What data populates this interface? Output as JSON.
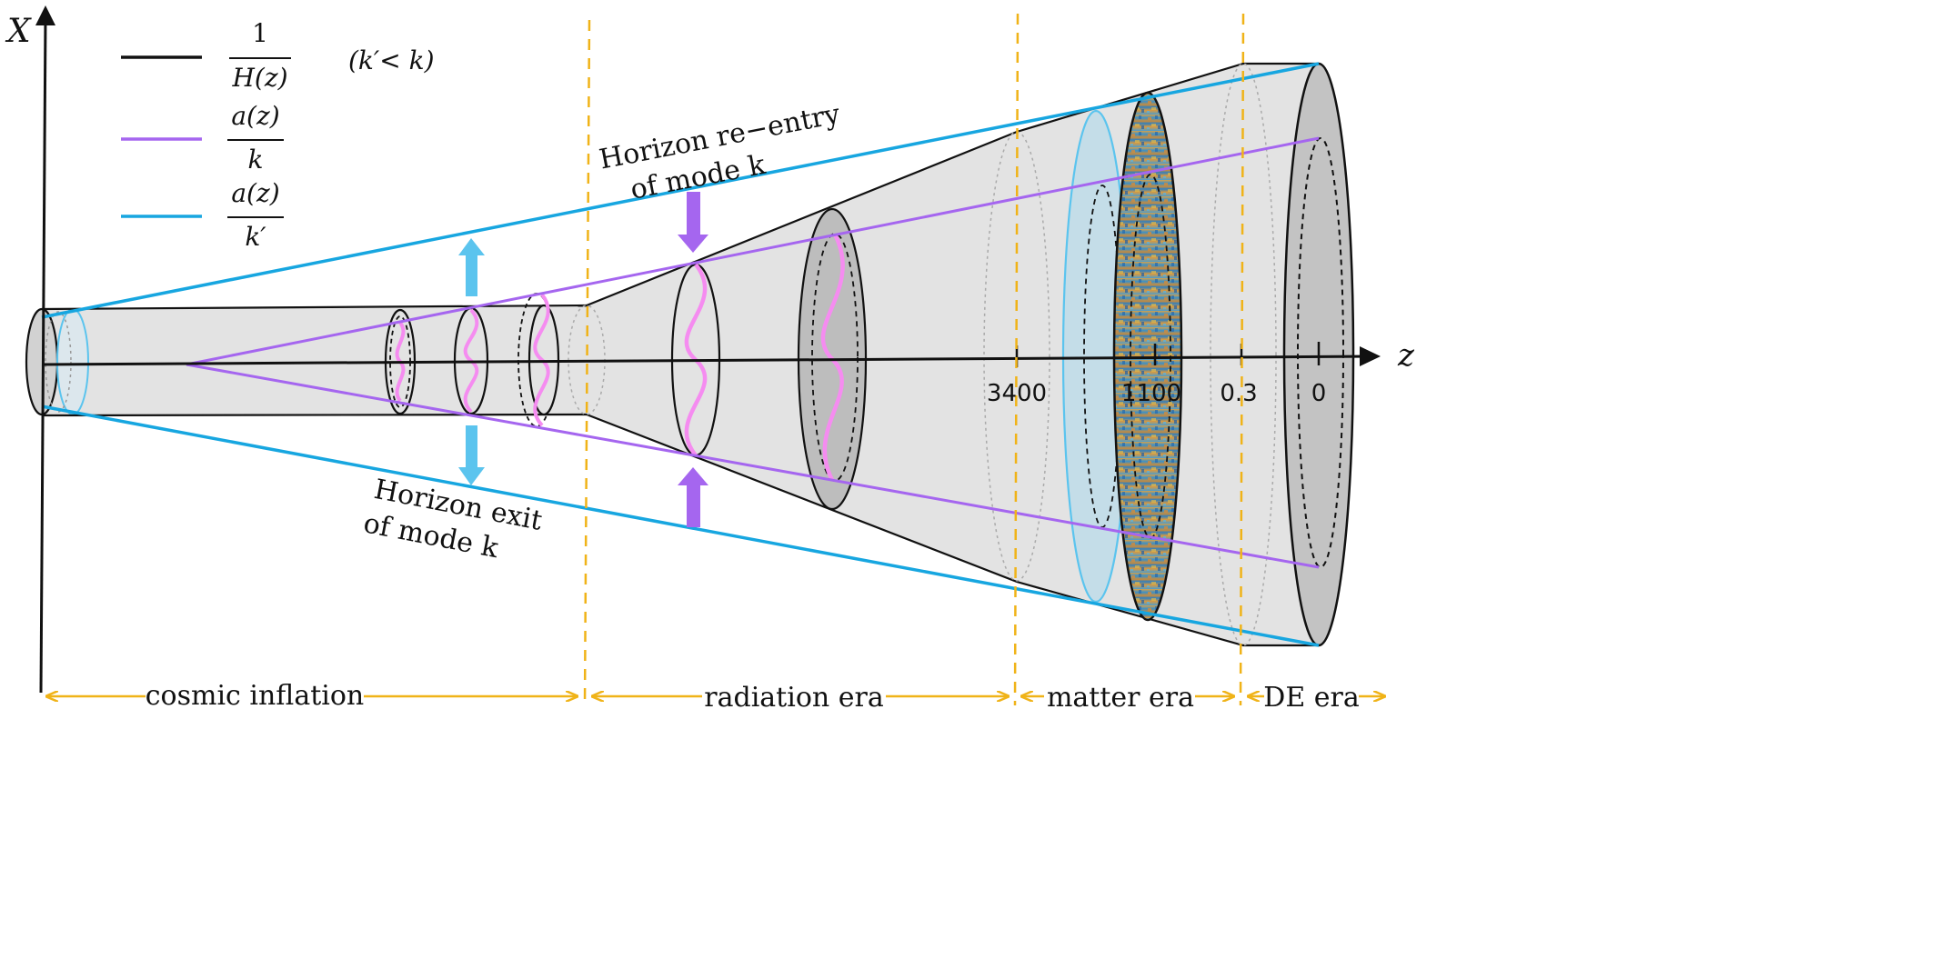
{
  "axes": {
    "x_label": "X",
    "z_label": "z"
  },
  "legend": {
    "items": [
      {
        "id": "hubble",
        "numerator": "1",
        "denominator": "H(z)",
        "color": "#111111"
      },
      {
        "id": "mode_k",
        "numerator": "a(z)",
        "denominator": "k",
        "color": "#a566ef"
      },
      {
        "id": "mode_kprime",
        "numerator": "a(z)",
        "denominator": "k′",
        "color": "#17a6e0"
      }
    ],
    "condition": "(k′< k)"
  },
  "annotations": {
    "reentry_line1": "Horizon re−entry",
    "reentry_line2": "of mode k",
    "exit_line1": "Horizon exit",
    "exit_line2": "of mode k"
  },
  "z_ticks": [
    "3400",
    "1100",
    "0.3",
    "0"
  ],
  "eras": [
    "cosmic inflation",
    "radiation era",
    "matter era",
    "DE era"
  ],
  "colors": {
    "purple": "#a566ef",
    "blue": "#17a6e0",
    "pink": "#f58cf0",
    "orange": "#f0b318",
    "cone_fill": "#e3e3e3",
    "dark_disk": "#c3c3c3"
  }
}
